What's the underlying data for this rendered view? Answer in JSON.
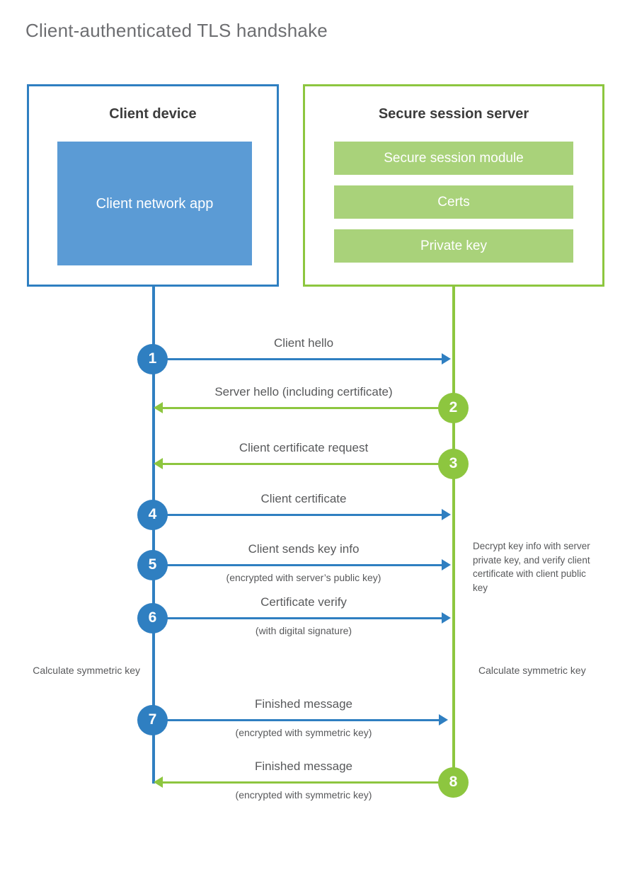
{
  "title": "Client-authenticated TLS handshake",
  "colors": {
    "client_blue": "#2f7fc1",
    "client_app_fill": "#5b9bd5",
    "server_green": "#8dc63f",
    "server_module_fill": "#a9d27a",
    "text_gray": "#58595b",
    "background": "#ffffff"
  },
  "client": {
    "title": "Client device",
    "app_label": "Client network app"
  },
  "server": {
    "title": "Secure session server",
    "modules": [
      {
        "label": "Secure session module"
      },
      {
        "label": "Certs"
      },
      {
        "label": "Private key"
      }
    ]
  },
  "notes": {
    "decrypt": "Decrypt key info with server private key, and verify client certificate with client public key",
    "calculate_left": "Calculate symmetric key",
    "calculate_right": "Calculate symmetric key"
  },
  "steps": [
    {
      "number": "1",
      "label": "Client hello",
      "sublabel": "",
      "direction": "client-to-server",
      "color": "blue"
    },
    {
      "number": "2",
      "label": "Server hello (including certificate)",
      "sublabel": "",
      "direction": "server-to-client",
      "color": "green"
    },
    {
      "number": "3",
      "label": "Client certificate request",
      "sublabel": "",
      "direction": "server-to-client",
      "color": "green"
    },
    {
      "number": "4",
      "label": "Client certificate",
      "sublabel": "",
      "direction": "client-to-server",
      "color": "blue"
    },
    {
      "number": "5",
      "label": "Client sends key info",
      "sublabel": "(encrypted with server’s public key)",
      "direction": "client-to-server",
      "color": "blue"
    },
    {
      "number": "6",
      "label": "Certificate verify",
      "sublabel": "(with digital signature)",
      "direction": "client-to-server",
      "color": "blue"
    },
    {
      "number": "7",
      "label": "Finished message",
      "sublabel": "(encrypted with symmetric key)",
      "direction": "client-to-server",
      "color": "blue"
    },
    {
      "number": "8",
      "label": "Finished message",
      "sublabel": "(encrypted with symmetric key)",
      "direction": "server-to-client",
      "color": "green"
    }
  ]
}
